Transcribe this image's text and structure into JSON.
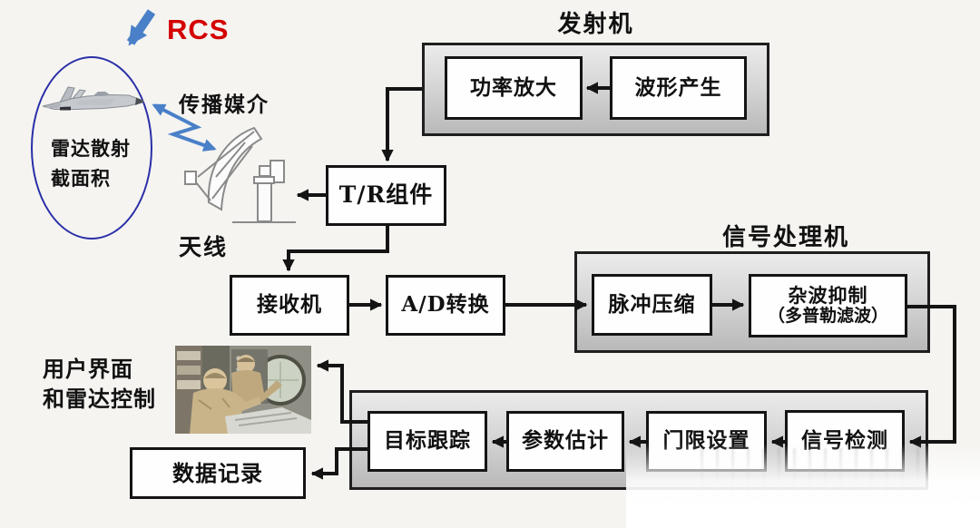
{
  "scene": {
    "rcs_label": "RCS",
    "target_caption_line1": "雷达散射",
    "target_caption_line2": "截面积",
    "medium_label": "传播媒介",
    "antenna_label": "天线",
    "ui_caption_line1": "用户界面",
    "ui_caption_line2": "和雷达控制"
  },
  "transmitter": {
    "title": "发射机",
    "power_amplifier": "功率放大",
    "waveform_generator": "波形产生"
  },
  "tr_module": {
    "label": "T/R组件"
  },
  "receiver": {
    "label": "接收机"
  },
  "ad_converter": {
    "label": "A/D转换"
  },
  "signal_processor": {
    "title": "信号处理机",
    "pulse_compression": "脉冲压缩",
    "clutter_suppression_line1": "杂波抑制",
    "clutter_suppression_line2": "（多普勒滤波）"
  },
  "data_processing": {
    "target_tracking": "目标跟踪",
    "parameter_estimation": "参数估计",
    "threshold_setting": "门限设置",
    "signal_detection": "信号检测"
  },
  "data_recording": {
    "label": "数据记录"
  },
  "colors": {
    "rcs_red": "#d40000",
    "link_blue": "#4a80c8",
    "ellipse_blue": "#2a2fa8",
    "line_black": "#141414"
  }
}
